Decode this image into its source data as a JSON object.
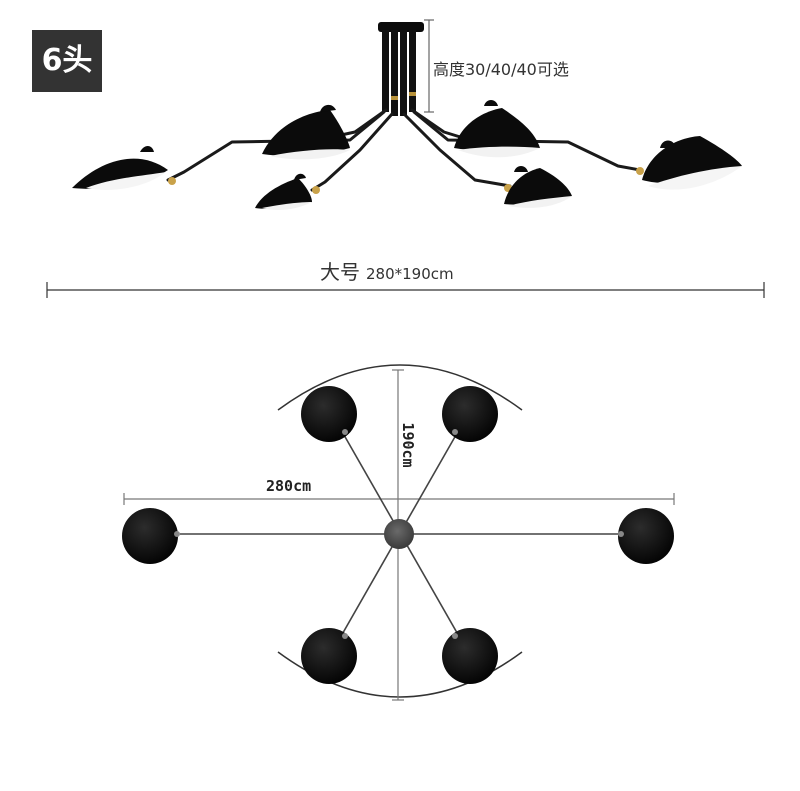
{
  "badge": {
    "text": "6头"
  },
  "height_label": {
    "text": "高度30/40/40可选"
  },
  "size_label": {
    "name": "大号",
    "dims": "280*190cm"
  },
  "plan_view": {
    "width_label": "280cm",
    "depth_label": "190cm"
  },
  "colors": {
    "lamp": "#0b0b0b",
    "shade_inner": "#f5f5f5",
    "arm": "#1a1a1a",
    "hub": "#555555",
    "dimension_line": "#666666",
    "arc": "#333333",
    "badge_bg": "#333333"
  }
}
